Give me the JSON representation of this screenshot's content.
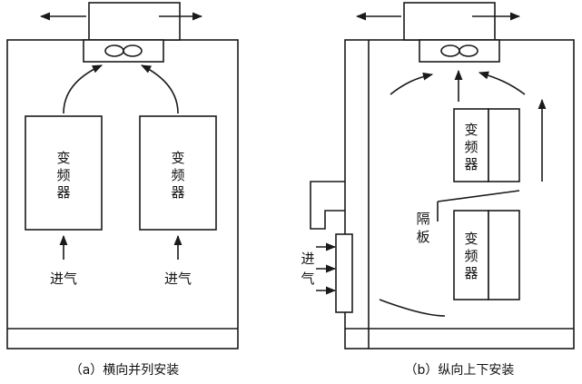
{
  "left": {
    "vfd_label": [
      "变",
      "频",
      "器"
    ],
    "inlet_label": "进气",
    "caption": "（a）横向并列安装"
  },
  "right": {
    "vfd_label": [
      "变",
      "频",
      "器"
    ],
    "partition_label": [
      "隔",
      "板"
    ],
    "inlet_label": [
      "进",
      "气"
    ],
    "caption": "（b）纵向上下安装"
  }
}
